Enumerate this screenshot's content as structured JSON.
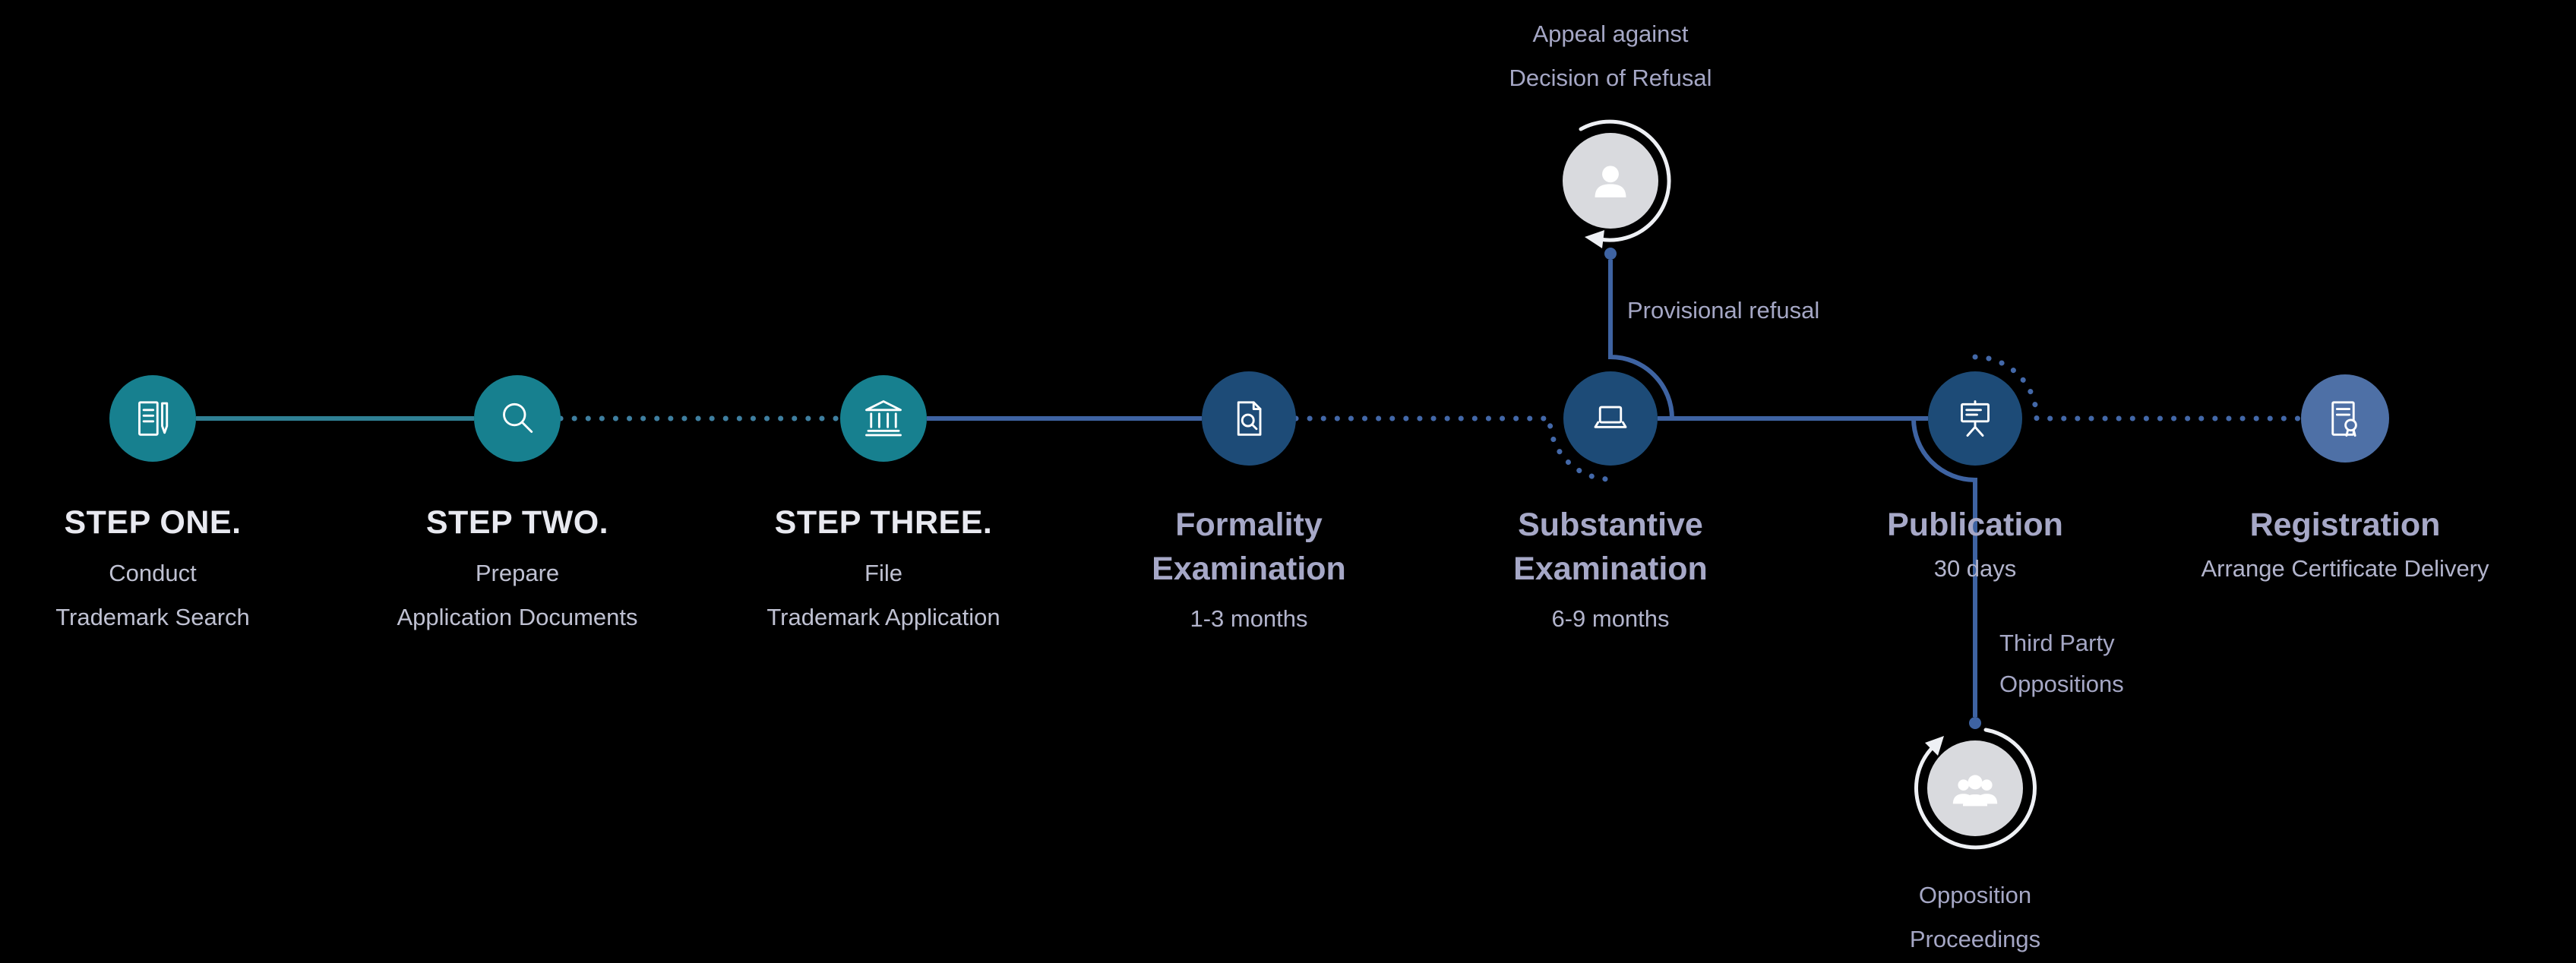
{
  "colors": {
    "background": "#000000",
    "teal_circle": "#17808f",
    "navy_circle": "#1d4b77",
    "slate_circle": "#4e70a6",
    "gray_circle": "#d9dade",
    "teal_line": "#2f8094",
    "blue_line": "#3e63a2",
    "dotted_blue_line": "#4368a8",
    "step_title_text": "#e8e9f0",
    "phase_title_text": "#a6a8c7",
    "sub_text": "#bfc1d2",
    "branch_text": "#a5a7c5",
    "cycle_arrow": "#eef0f4"
  },
  "steps": [
    {
      "title": "STEP ONE.",
      "sub1": "Conduct",
      "sub2": "Trademark Search",
      "icon": "document-pen-icon"
    },
    {
      "title": "STEP TWO.",
      "sub1": "Prepare",
      "sub2": "Application Documents",
      "icon": "magnifier-icon"
    },
    {
      "title": "STEP THREE.",
      "sub1": "File",
      "sub2": "Trademark Application",
      "icon": "government-building-icon"
    },
    {
      "title1": "Formality",
      "title2": "Examination",
      "sub": "1-3 months",
      "icon": "document-review-icon"
    },
    {
      "title1": "Substantive",
      "title2": "Examination",
      "sub": "6-9 months",
      "icon": "laptop-icon"
    },
    {
      "title": "Publication",
      "sub": "30 days",
      "icon": "presentation-board-icon"
    },
    {
      "title": "Registration",
      "sub": "Arrange Certificate Delivery",
      "icon": "certificate-icon"
    }
  ],
  "appeal_branch": {
    "title1": "Appeal against",
    "title2": "Decision of Refusal",
    "edge_label": "Provisional refusal",
    "icon": "person-icon"
  },
  "opposition_branch": {
    "edge_label1": "Third Party",
    "edge_label2": "Oppositions",
    "title1": "Opposition",
    "title2": "Proceedings",
    "icon": "people-group-icon"
  }
}
